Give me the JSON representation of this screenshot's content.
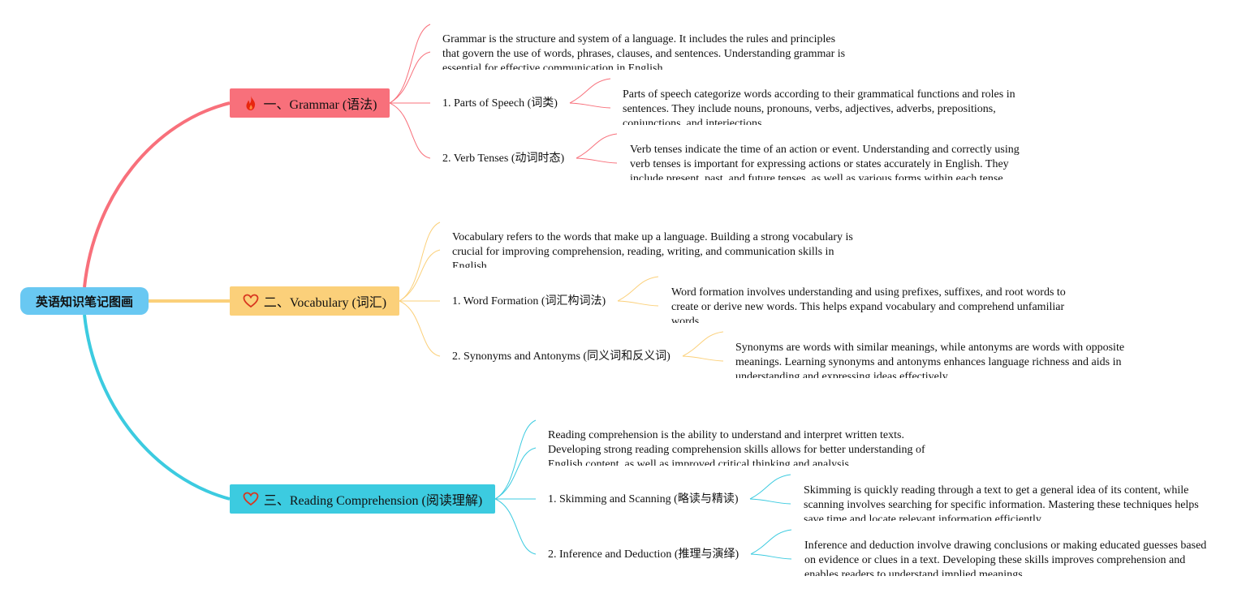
{
  "root": {
    "title": "英语知识笔记图画"
  },
  "colors": {
    "root": "#69c8f2",
    "grammar": "#f8707b",
    "vocabulary": "#fbd07a",
    "reading": "#3ccbe0"
  },
  "branches": [
    {
      "label": "一、Grammar (语法)",
      "icon": "fire-icon",
      "description": "Grammar is the structure and system of a language. It includes the rules and principles that govern the use of words, phrases, clauses, and sentences. Understanding grammar is essential for effective communication in English.",
      "children": [
        {
          "label": "1. Parts of Speech (词类)",
          "description": "Parts of speech categorize words according to their grammatical functions and roles in sentences. They include nouns, pronouns, verbs, adjectives, adverbs, prepositions, conjunctions, and interjections."
        },
        {
          "label": "2. Verb Tenses (动词时态)",
          "description": "Verb tenses indicate the time of an action or event. Understanding and correctly using verb tenses is important for expressing actions or states accurately in English. They include present, past, and future tenses, as well as various forms within each tense."
        }
      ]
    },
    {
      "label": "二、Vocabulary (词汇)",
      "icon": "heart-icon",
      "description": "Vocabulary refers to the words that make up a language. Building a strong vocabulary is crucial for improving comprehension, reading, writing, and communication skills in English.",
      "children": [
        {
          "label": "1. Word Formation (词汇构词法)",
          "description": "Word formation involves understanding and using prefixes, suffixes, and root words to create or derive new words. This helps expand vocabulary and comprehend unfamiliar words."
        },
        {
          "label": "2. Synonyms and Antonyms (同义词和反义词)",
          "description": "Synonyms are words with similar meanings, while antonyms are words with opposite meanings. Learning synonyms and antonyms enhances language richness and aids in understanding and expressing ideas effectively."
        }
      ]
    },
    {
      "label": "三、Reading Comprehension (阅读理解)",
      "icon": "heart-icon",
      "description": "Reading comprehension is the ability to understand and interpret written texts. Developing strong reading comprehension skills allows for better understanding of English content, as well as improved critical thinking and analysis.",
      "children": [
        {
          "label": "1. Skimming and Scanning (略读与精读)",
          "description": "Skimming is quickly reading through a text to get a general idea of its content, while scanning involves searching for specific information. Mastering these techniques helps save time and locate relevant information efficiently."
        },
        {
          "label": "2. Inference and Deduction (推理与演绎)",
          "description": "Inference and deduction involve drawing conclusions or making educated guesses based on evidence or clues in a text. Developing these skills improves comprehension and enables readers to understand implied meanings."
        }
      ]
    }
  ]
}
